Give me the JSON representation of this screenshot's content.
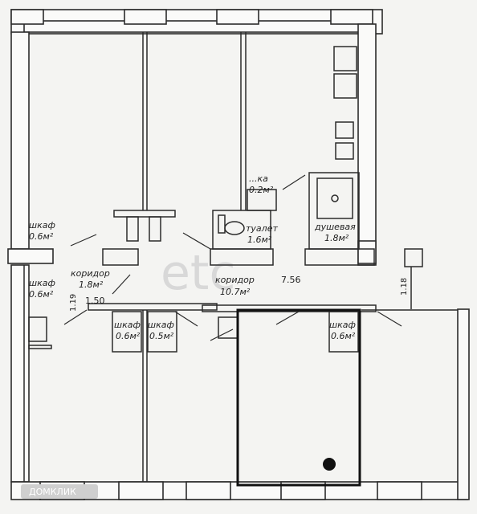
{
  "labels": {
    "closet_top_left": {
      "name": "шкаф",
      "area": "0.6м²"
    },
    "closet_left": {
      "name": "шкаф",
      "area": "0.6м²"
    },
    "corridor_small": {
      "name": "коридор",
      "area": "1.8м²"
    },
    "corridor_main": {
      "name": "коридор",
      "area": "10.7м²"
    },
    "storage_small": {
      "name": "...ка",
      "area": "0.2м²"
    },
    "toilet": {
      "name": "туалет",
      "area": "1.6м²"
    },
    "shower": {
      "name": "душевая",
      "area": "1.8м²"
    },
    "closet_mid_1": {
      "name": "шкаф",
      "area": "0.6м²"
    },
    "closet_mid_2": {
      "name": "шкаф",
      "area": "0.5м²"
    },
    "closet_right": {
      "name": "шкаф",
      "area": "0.6м²"
    }
  },
  "dimensions": {
    "corridor_length": "7.56",
    "left_width": "1.19",
    "left_span": "1.50",
    "right_width": "1.18"
  },
  "watermark": "etc",
  "logo": "ДОМКЛИК",
  "colors": {
    "background": "#f4f4f2",
    "wall_fill": "#fafaf9",
    "line": "#2b2b2b",
    "highlight": "#111111"
  }
}
